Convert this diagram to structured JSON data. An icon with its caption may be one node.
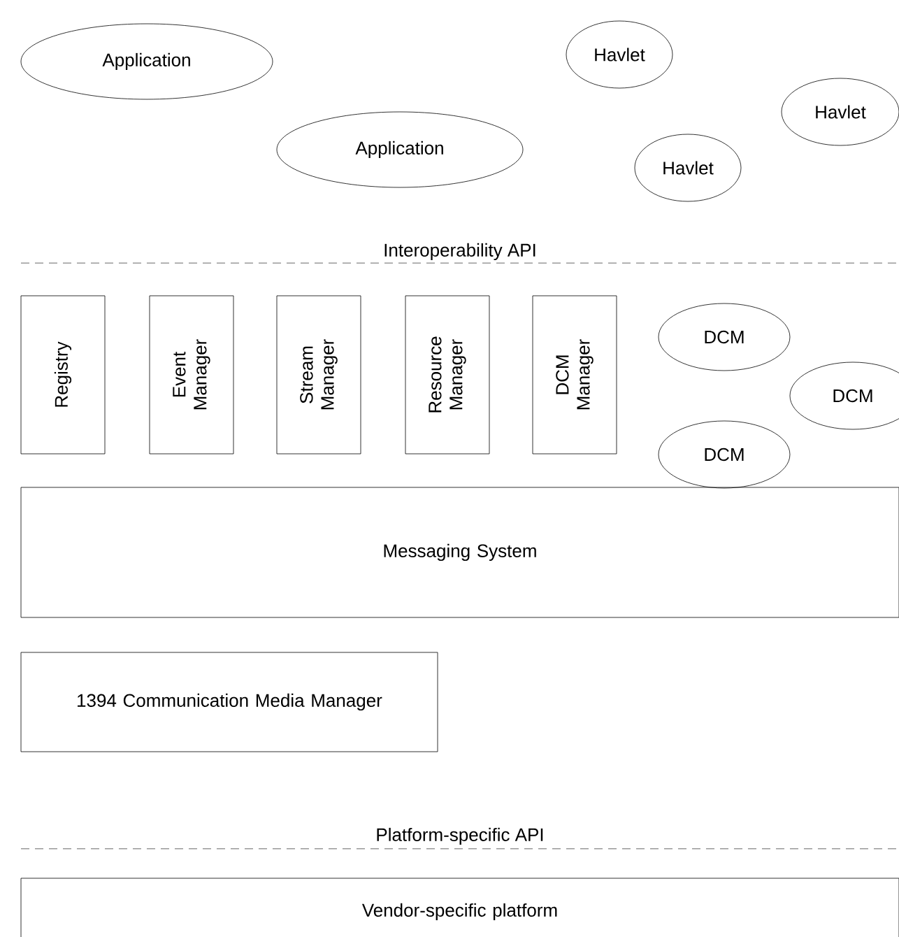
{
  "diagram": {
    "nodes": [
      {
        "text": [
          "Application"
        ]
      },
      {
        "text": [
          "Application"
        ]
      },
      {
        "text": [
          "Havlet"
        ]
      },
      {
        "text": [
          "Havlet"
        ]
      },
      {
        "text": [
          "Havlet"
        ]
      },
      {
        "text": [
          "Registry"
        ]
      },
      {
        "text": [
          "Event Manager"
        ]
      },
      {
        "text": [
          "Stream Manager"
        ]
      },
      {
        "text": [
          "Resource Manager"
        ]
      },
      {
        "text": [
          "DCM Manager"
        ]
      },
      {
        "text": [
          "DCM"
        ]
      },
      {
        "text": [
          "DCM"
        ]
      },
      {
        "text": [
          "DCM"
        ]
      },
      {
        "text": [
          "Messaging System"
        ]
      },
      {
        "text": [
          "1394 Communication Media Manager"
        ]
      },
      {
        "text": [
          "Vendor-specific platform"
        ]
      }
    ],
    "edges": [],
    "labels": [
      "Interoperability API",
      "Platform-specific API"
    ]
  }
}
